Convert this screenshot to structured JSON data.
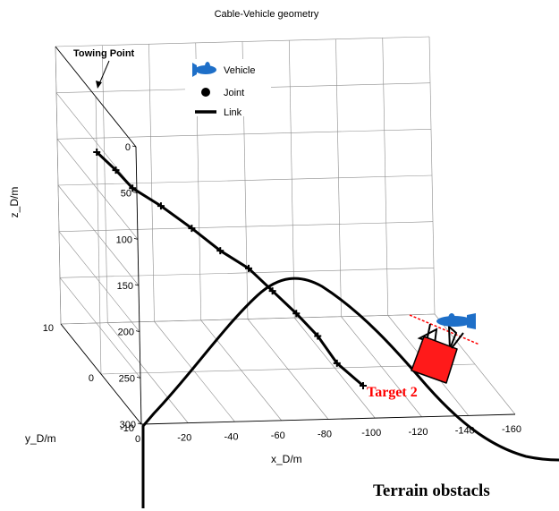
{
  "chart_data": {
    "type": "line3d",
    "title": "Cable-Vehicle geometry",
    "xlabel": "x_D/m",
    "ylabel": "y_D/m",
    "zlabel": "z_D/m",
    "x_ticks": [
      "0",
      "-20",
      "-40",
      "-60",
      "-80",
      "-100",
      "-120",
      "-140",
      "-160"
    ],
    "y_ticks": [
      "10",
      "0",
      "-10"
    ],
    "z_ticks": [
      "0",
      "50",
      "100",
      "150",
      "200",
      "250",
      "300"
    ],
    "z_reversed": true,
    "grid": true,
    "legend": {
      "position": "top-left",
      "entries": [
        {
          "label": "Vehicle",
          "icon": "vehicle-icon",
          "color": "#1e6fc8"
        },
        {
          "label": "Joint",
          "icon": "joint-marker"
        },
        {
          "label": "Link",
          "icon": "link-line"
        }
      ]
    },
    "series": [
      {
        "name": "Link",
        "color": "#000000",
        "x": [
          0,
          -8,
          -15,
          -27,
          -40,
          -52,
          -64,
          -74,
          -84,
          -93,
          -101,
          -112
        ],
        "y": [
          0,
          0,
          0,
          0,
          0,
          0,
          0,
          0,
          0,
          0,
          0,
          0
        ],
        "z": [
          60,
          80,
          100,
          120,
          145,
          170,
          190,
          215,
          240,
          265,
          295,
          320
        ]
      }
    ],
    "annotations": {
      "towing_point": "Towing Point",
      "target": "Target 2",
      "terrain": "Terrain obstacls"
    },
    "colors": {
      "vehicle": "#1e6fc8",
      "target": "#ff0000",
      "guide_line": "#ff0000"
    }
  }
}
